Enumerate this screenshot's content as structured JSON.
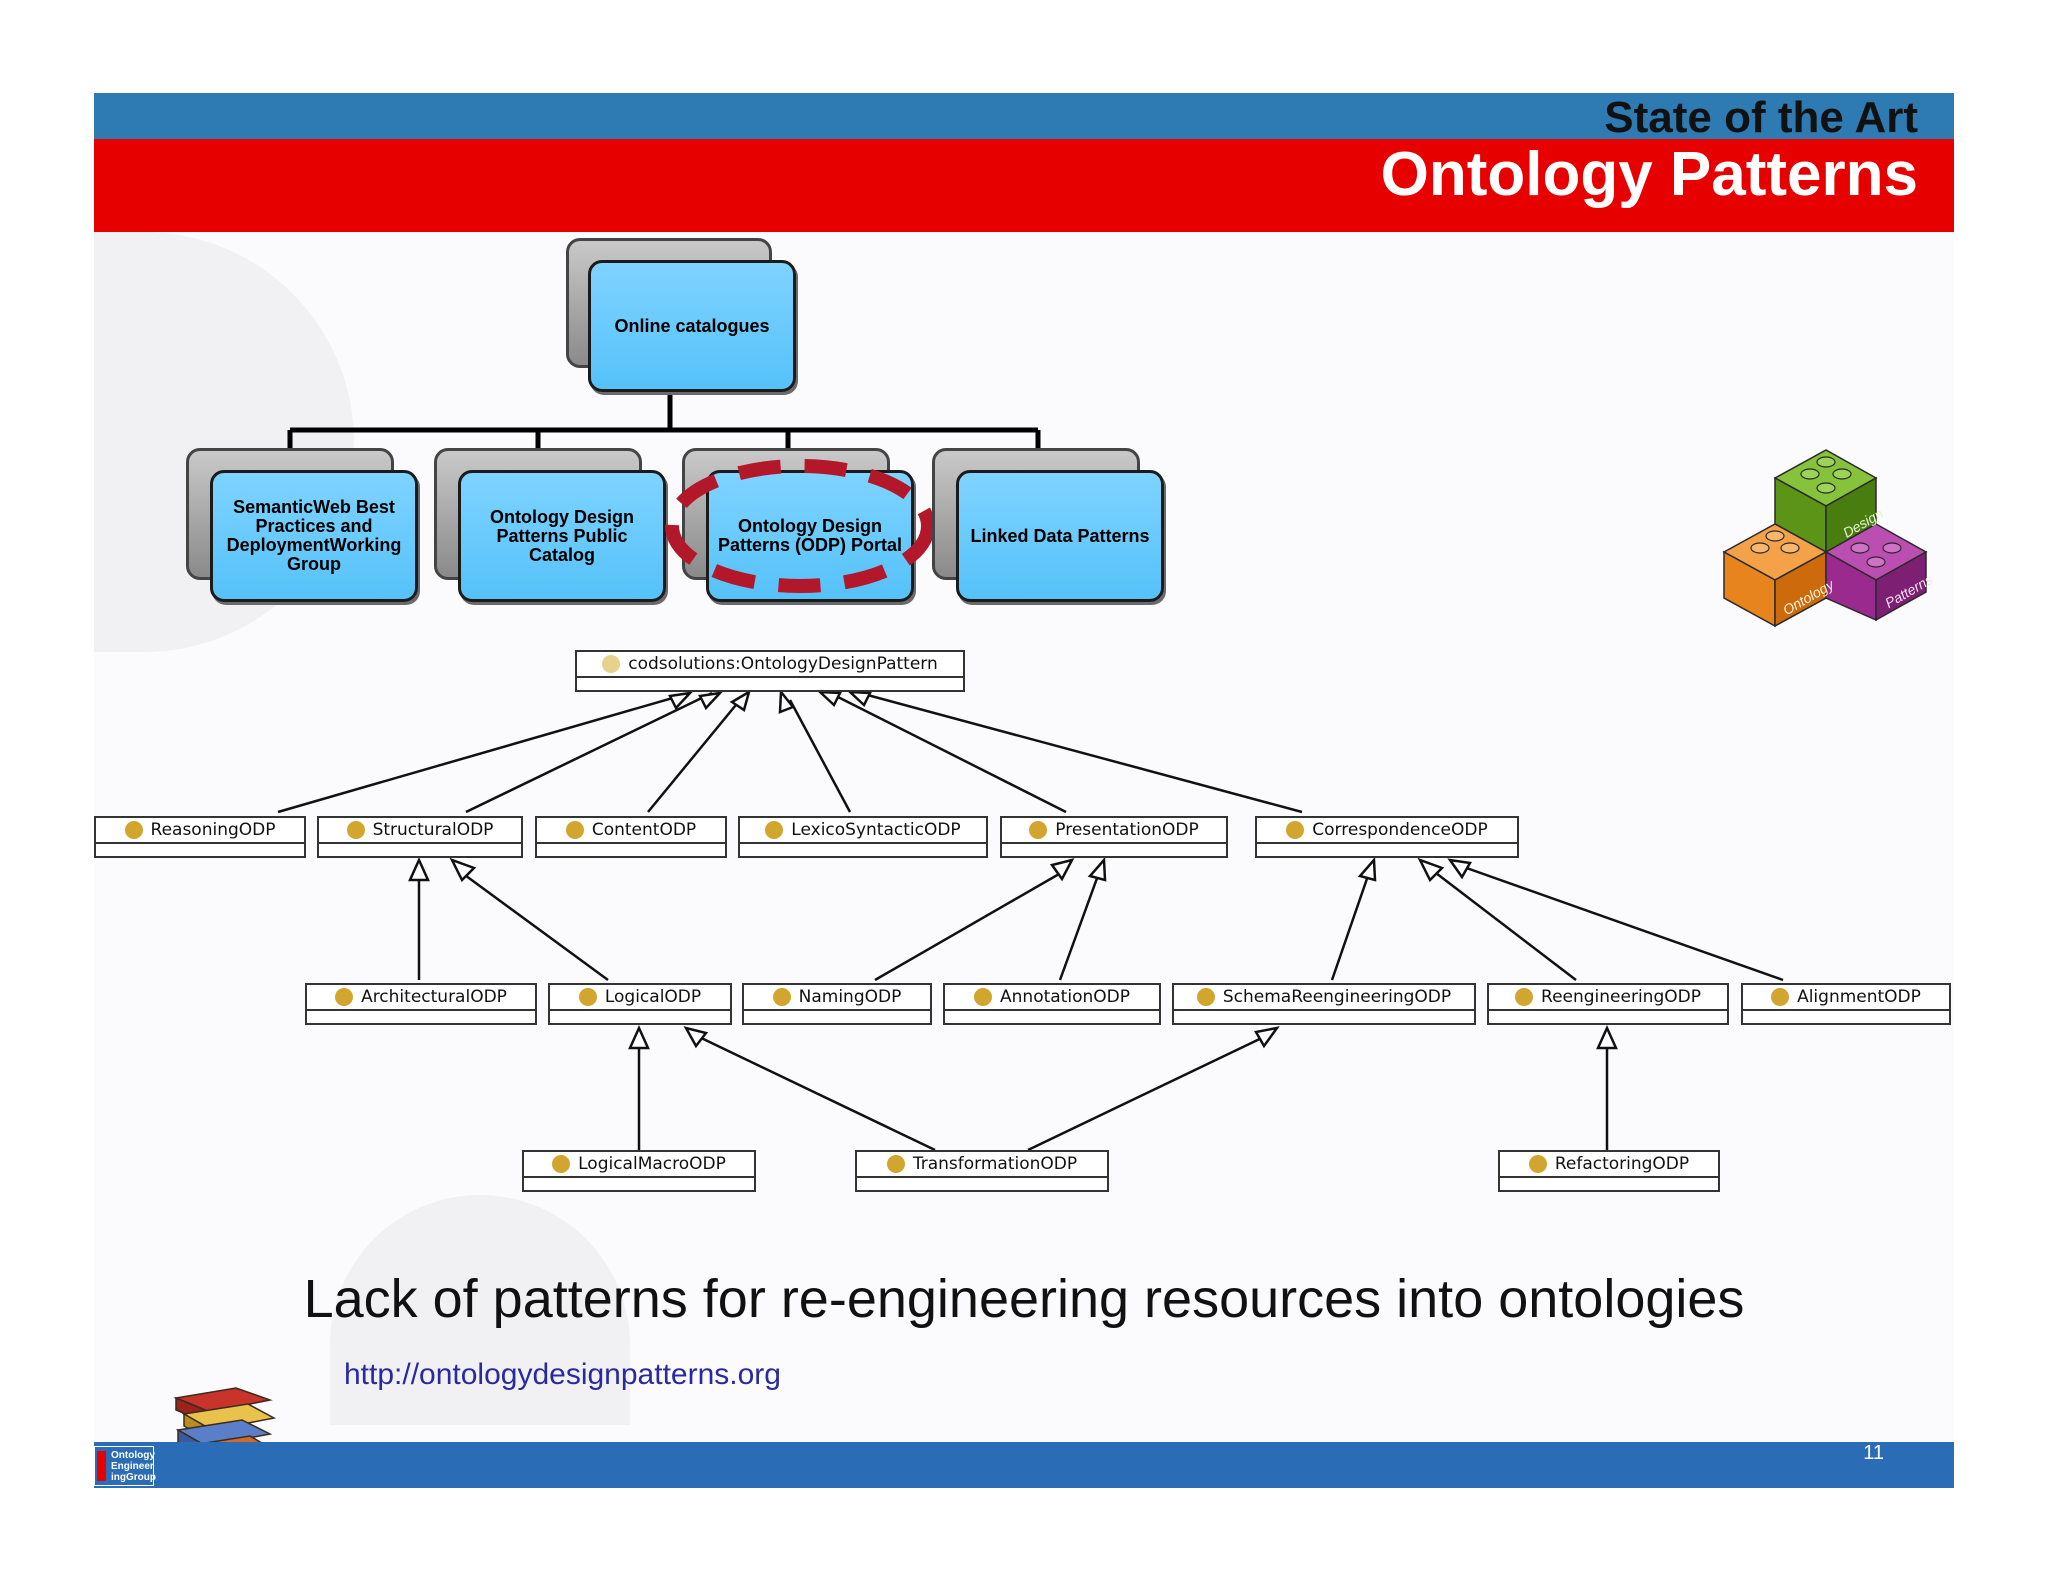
{
  "header": {
    "section_title": "State of the Art",
    "slide_title": "Ontology Patterns"
  },
  "catalogue_tree": {
    "root": "Online catalogues",
    "children": [
      "SemanticWeb Best Practices and DeploymentWorking Group",
      "Ontology Design Patterns Public Catalog",
      "Ontology Design Patterns (ODP) Portal",
      "Linked Data Patterns"
    ],
    "highlighted": "Ontology Design Patterns (ODP) Portal"
  },
  "class_hierarchy": {
    "root": "codsolutions:OntologyDesignPattern",
    "level1": [
      "ReasoningODP",
      "StructuralODP",
      "ContentODP",
      "LexicoSyntacticODP",
      "PresentationODP",
      "CorrespondenceODP"
    ],
    "level2": [
      "ArchitecturalODP",
      "LogicalODP",
      "NamingODP",
      "AnnotationODP",
      "SchemaReengineeringODP",
      "ReengineeringODP",
      "AlignmentODP"
    ],
    "level3": [
      "LogicalMacroODP",
      "TransformationODP",
      "RefactoringODP"
    ],
    "relations": [
      [
        "ReasoningODP",
        "codsolutions:OntologyDesignPattern"
      ],
      [
        "StructuralODP",
        "codsolutions:OntologyDesignPattern"
      ],
      [
        "ContentODP",
        "codsolutions:OntologyDesignPattern"
      ],
      [
        "LexicoSyntacticODP",
        "codsolutions:OntologyDesignPattern"
      ],
      [
        "PresentationODP",
        "codsolutions:OntologyDesignPattern"
      ],
      [
        "CorrespondenceODP",
        "codsolutions:OntologyDesignPattern"
      ],
      [
        "ArchitecturalODP",
        "StructuralODP"
      ],
      [
        "LogicalODP",
        "StructuralODP"
      ],
      [
        "NamingODP",
        "PresentationODP"
      ],
      [
        "AnnotationODP",
        "PresentationODP"
      ],
      [
        "SchemaReengineeringODP",
        "CorrespondenceODP"
      ],
      [
        "ReengineeringODP",
        "CorrespondenceODP"
      ],
      [
        "AlignmentODP",
        "CorrespondenceODP"
      ],
      [
        "LogicalMacroODP",
        "LogicalODP"
      ],
      [
        "TransformationODP",
        "LogicalODP"
      ],
      [
        "TransformationODP",
        "SchemaReengineeringODP"
      ],
      [
        "RefactoringODP",
        "ReengineeringODP"
      ]
    ]
  },
  "lego_logo": {
    "labels": [
      "Design",
      "Ontology",
      "Patterns"
    ],
    "colors": [
      "#6aa01e",
      "#e8841e",
      "#9a2a8e"
    ]
  },
  "footer_logo": {
    "lines": [
      "Ontology",
      "Engineer",
      "ingGroup"
    ]
  },
  "subtitle": "Lack of patterns for re-engineering resources into ontologies",
  "url": "http://ontologydesignpatterns.org",
  "page_number": "11",
  "colors": {
    "header_blue": "#2e7ab3",
    "title_red": "#e60000",
    "card_blue": "#66c8fc",
    "highlight": "#b3182a",
    "footer_blue": "#2a6cb5"
  }
}
